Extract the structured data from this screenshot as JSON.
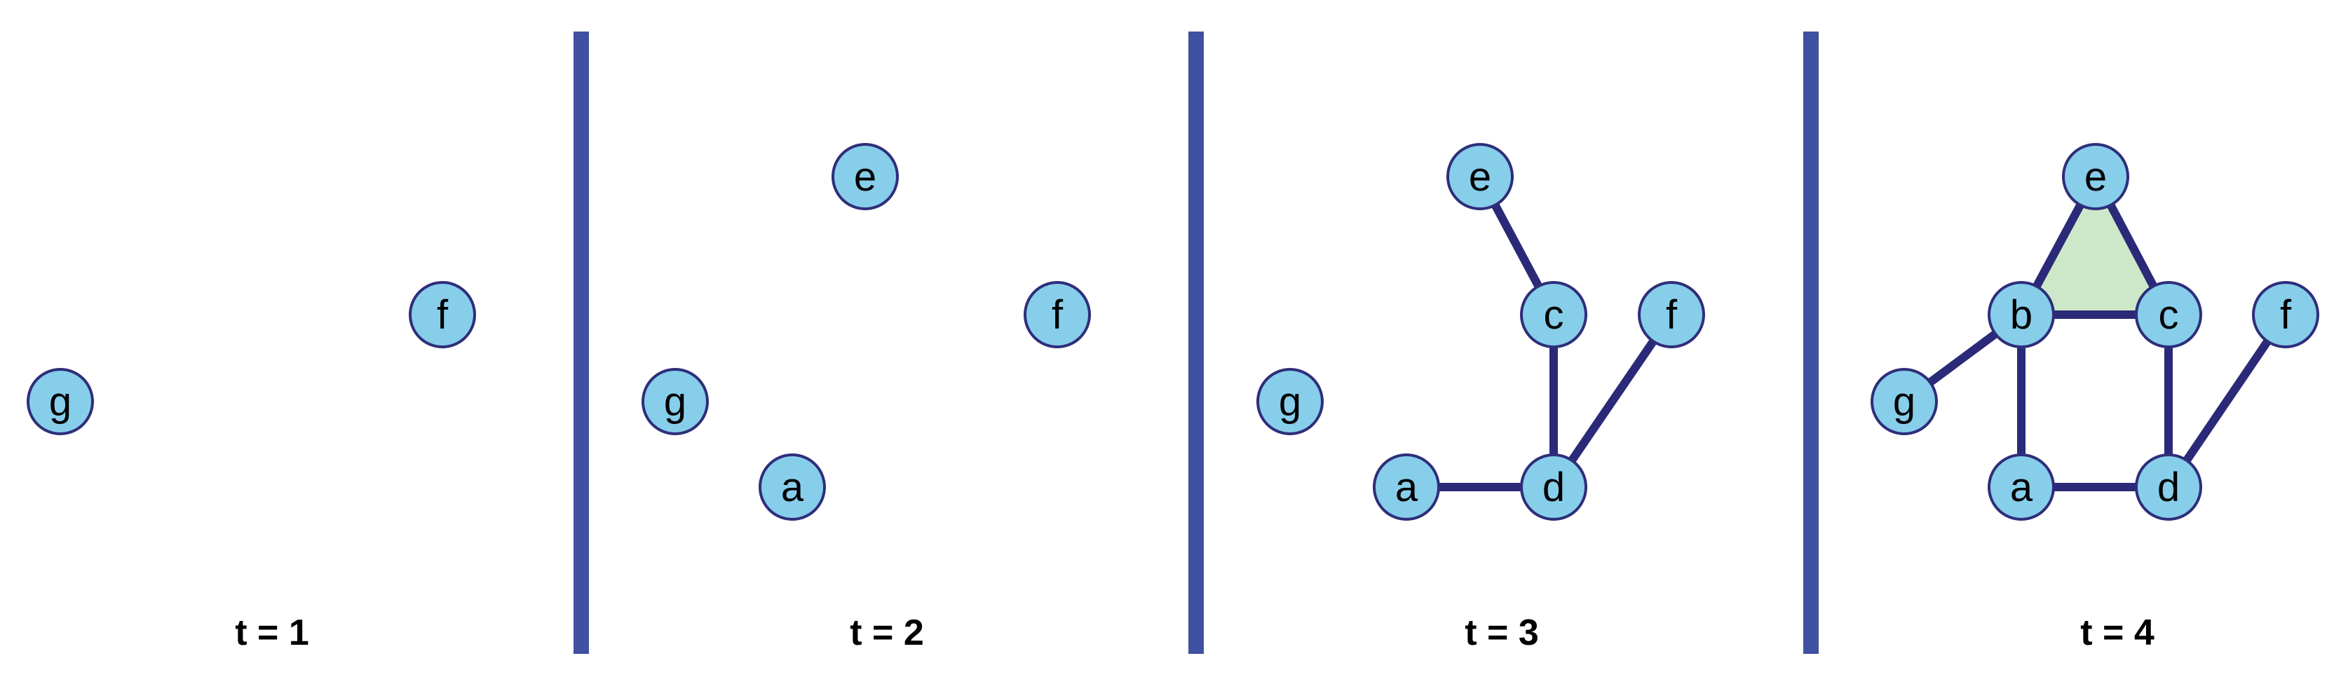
{
  "colors": {
    "node_fill": "#87CEEB",
    "node_stroke": "#2E2E7A",
    "edge": "#2A2A78",
    "divider": "#3F51A0",
    "triangle_fill": "#CDE8C8"
  },
  "panels": [
    {
      "label": "t = 1",
      "nodes": [
        "f",
        "g"
      ],
      "edges": [],
      "filled_triangles": []
    },
    {
      "label": "t = 2",
      "nodes": [
        "e",
        "f",
        "g",
        "a"
      ],
      "edges": [],
      "filled_triangles": []
    },
    {
      "label": "t = 3",
      "nodes": [
        "e",
        "c",
        "f",
        "g",
        "a",
        "d"
      ],
      "edges": [
        [
          "e",
          "c"
        ],
        [
          "c",
          "d"
        ],
        [
          "f",
          "d"
        ],
        [
          "a",
          "d"
        ]
      ],
      "filled_triangles": []
    },
    {
      "label": "t = 4",
      "nodes": [
        "e",
        "b",
        "c",
        "f",
        "g",
        "a",
        "d"
      ],
      "edges": [
        [
          "e",
          "b"
        ],
        [
          "e",
          "c"
        ],
        [
          "b",
          "c"
        ],
        [
          "b",
          "g"
        ],
        [
          "b",
          "a"
        ],
        [
          "c",
          "d"
        ],
        [
          "a",
          "d"
        ],
        [
          "f",
          "d"
        ]
      ],
      "filled_triangles": [
        [
          "e",
          "b",
          "c"
        ]
      ]
    }
  ]
}
